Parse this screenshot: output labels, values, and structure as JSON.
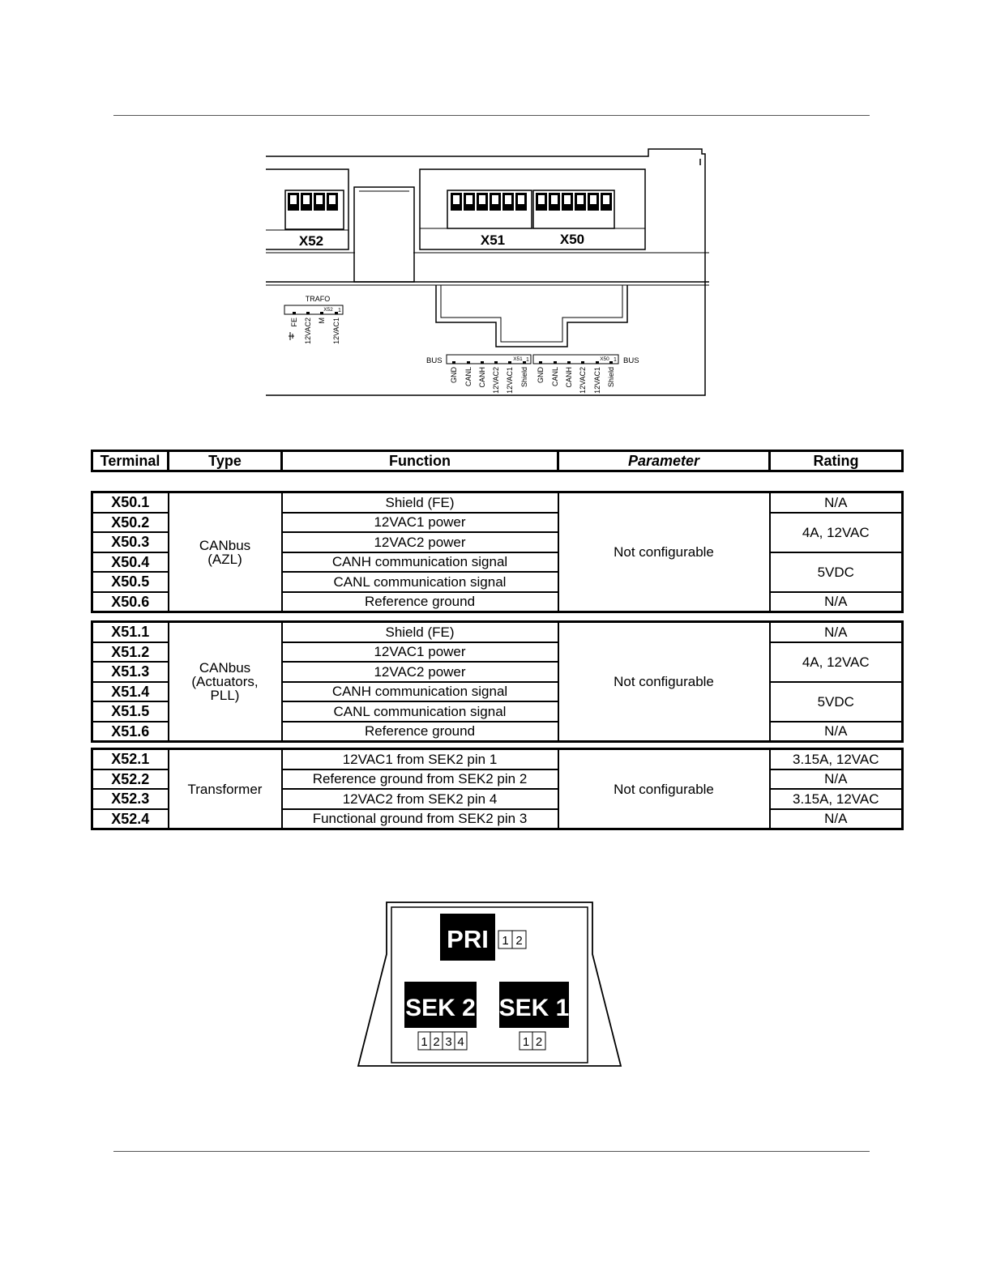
{
  "diagram": {
    "connector_labels": [
      "X52",
      "X51",
      "X50"
    ],
    "trafo": {
      "title": "TRAFO",
      "tag": "X52",
      "pin_one": "1",
      "pins": [
        "FE",
        "12VAC2",
        "M",
        "12VAC1"
      ]
    },
    "bus": {
      "left_label": "BUS",
      "right_label": "BUS",
      "x51_tag": "X51",
      "x50_tag": "X50",
      "pin_one": "1",
      "pins": [
        "GND",
        "CANL",
        "CANH",
        "12VAC2",
        "12VAC1",
        "Shield"
      ]
    }
  },
  "table": {
    "headers": [
      "Terminal",
      "Type",
      "Function",
      "Parameter",
      "Rating"
    ],
    "groups": [
      {
        "type_lines": [
          "CANbus",
          "(AZL)"
        ],
        "parameter": "Not configurable",
        "terminals": [
          "X50.1",
          "X50.2",
          "X50.3",
          "X50.4",
          "X50.5",
          "X50.6"
        ],
        "functions": [
          "Shield (FE)",
          "12VAC1 power",
          "12VAC2 power",
          "CANH communication signal",
          "CANL communication signal",
          "Reference ground"
        ],
        "ratings": [
          "N/A",
          "4A, 12VAC",
          "5VDC",
          "N/A"
        ]
      },
      {
        "type_lines": [
          "CANbus",
          "(Actuators,",
          "PLL)"
        ],
        "parameter": "Not configurable",
        "terminals": [
          "X51.1",
          "X51.2",
          "X51.3",
          "X51.4",
          "X51.5",
          "X51.6"
        ],
        "functions": [
          "Shield (FE)",
          "12VAC1 power",
          "12VAC2 power",
          "CANH communication signal",
          "CANL communication signal",
          "Reference ground"
        ],
        "ratings": [
          "N/A",
          "4A, 12VAC",
          "5VDC",
          "N/A"
        ]
      },
      {
        "type_lines": [
          "Transformer"
        ],
        "parameter": "Not configurable",
        "terminals": [
          "X52.1",
          "X52.2",
          "X52.3",
          "X52.4"
        ],
        "functions": [
          "12VAC1 from SEK2 pin 1",
          "Reference ground from SEK2 pin 2",
          "12VAC2 from SEK2 pin 4",
          "Functional ground from SEK2 pin 3"
        ],
        "ratings": [
          "3.15A, 12VAC",
          "N/A",
          "3.15A, 12VAC",
          "N/A"
        ]
      }
    ]
  },
  "transformer": {
    "pri_label": "PRI",
    "pri_pins": [
      "1",
      "2"
    ],
    "sek2_label": "SEK 2",
    "sek2_pins": [
      "1",
      "2",
      "3",
      "4"
    ],
    "sek1_label": "SEK 1",
    "sek1_pins": [
      "1",
      "2"
    ]
  }
}
